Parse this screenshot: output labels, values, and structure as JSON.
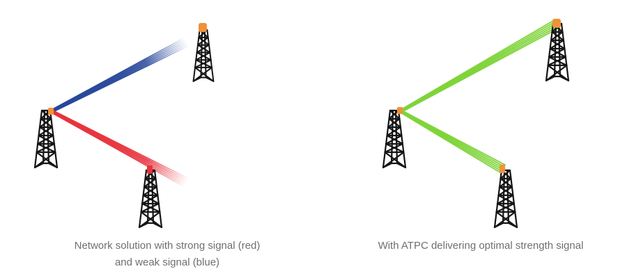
{
  "panels": [
    {
      "caption_lines": [
        "Network solution with strong signal (red)",
        "and weak signal (blue)"
      ],
      "beams": [
        {
          "from": "hub",
          "to": "top",
          "color": "#27479a",
          "fade": true
        },
        {
          "from": "hub",
          "to": "bottom",
          "color": "#e8323c",
          "fade": true
        }
      ]
    },
    {
      "caption_lines": [
        "With ATPC delivering optimal strength signal"
      ],
      "beams": [
        {
          "from": "hub",
          "to": "top",
          "color": "#7fd43a",
          "fade": false
        },
        {
          "from": "hub",
          "to": "bottom",
          "color": "#7fd43a",
          "fade": false
        }
      ]
    }
  ],
  "colors": {
    "tower": "#151515",
    "antenna": "#f0923a",
    "caption": "#6f6f6f"
  }
}
